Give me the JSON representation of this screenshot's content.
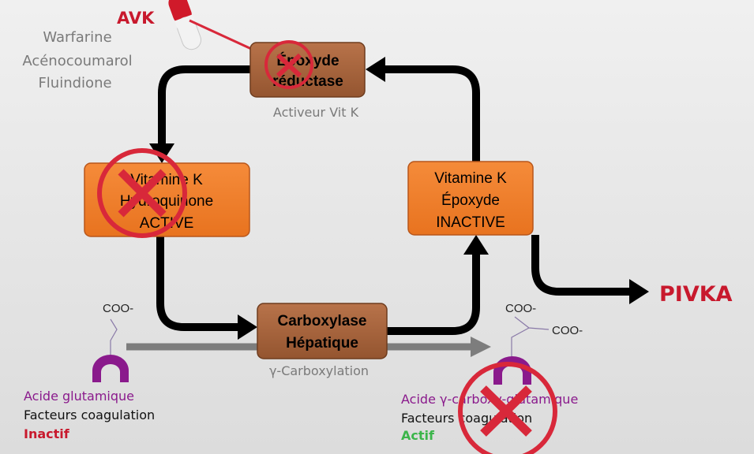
{
  "drug": {
    "class_label": "AVK",
    "names": [
      "Warfarine",
      "Acénocoumarol",
      "Fluindione"
    ]
  },
  "boxes": {
    "epoxide_reductase": {
      "lines": [
        "Époxyde",
        "réductase"
      ],
      "caption": "Activeur Vit K"
    },
    "vitk_hydroquinone": {
      "lines": [
        "Vitamine K",
        "Hydroquinone",
        "ACTIVE"
      ]
    },
    "vitk_epoxide": {
      "lines": [
        "Vitamine K",
        "Époxyde",
        "INACTIVE"
      ]
    },
    "carboxylase": {
      "lines": [
        "Carboxylase",
        "Hépatique"
      ],
      "caption": "γ-Carboxylation"
    }
  },
  "output_label": "PIVKA",
  "left_molecule": {
    "groups": [
      "COO-"
    ],
    "lines": [
      "Acide glutamique",
      "Facteurs coagulation",
      "Inactif"
    ]
  },
  "right_molecule": {
    "groups": [
      "COO-",
      "COO-"
    ],
    "lines": [
      "Acide γ-carboxy-glutamique",
      "Facteurs coagulation",
      "Actif"
    ]
  },
  "colors": {
    "background": "#e4e4e4",
    "brown_box": "#a8643c",
    "orange_box": "#f07e2e",
    "red": "#c8192d",
    "purple": "#8a1a8c",
    "green": "#3bb54a",
    "gray_text": "#7a7a7a"
  }
}
